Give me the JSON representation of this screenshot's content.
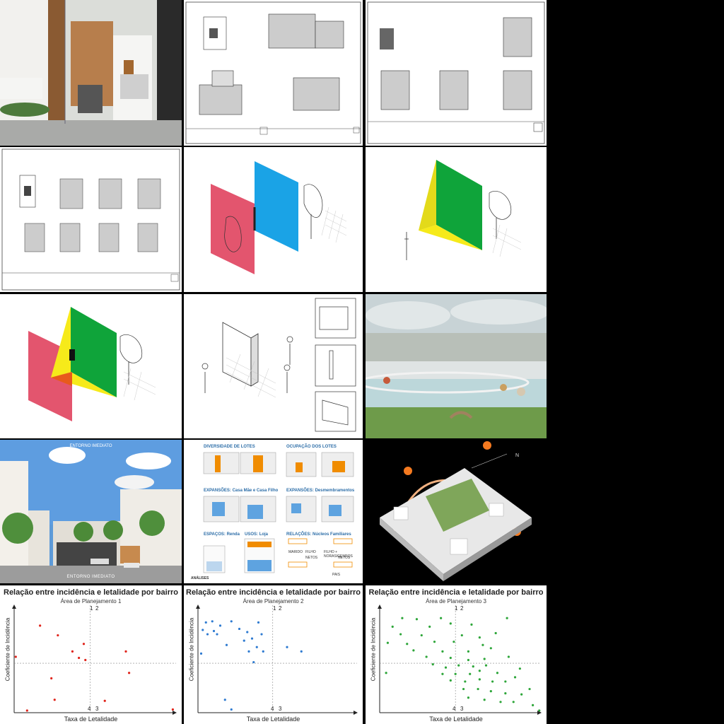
{
  "panels": {
    "render_entorno": {
      "top_label": "ENTORNO IMEDIATO",
      "bottom_label": "ENTORNO IMEDIATO"
    },
    "analysis_board": {
      "sections": [
        {
          "title_a": "DIVERSIDADE",
          "title_b": "DE LOTES"
        },
        {
          "title_a": "OCUPAÇÃO",
          "title_b": "DOS LOTES"
        },
        {
          "title_a": "EXPANSÕES:",
          "title_b": "Casa Mãe e Casa Filho"
        },
        {
          "title_a": "EXPANSÕES:",
          "title_b": "Desmembramentos"
        },
        {
          "title_a": "ESPAÇOS:",
          "title_b": "Renda"
        },
        {
          "title_a": "USOS:",
          "title_b": "Loja"
        },
        {
          "title_a": "RELAÇÕES:",
          "title_b": "Núcleos Familiares"
        }
      ],
      "family_labels": [
        "MARIDO",
        "FILHO",
        "FILHO + NORAS/GENROS",
        "NETOS",
        "NETOS",
        "PAIS"
      ],
      "footer": "ANÁLISES"
    }
  },
  "chart_data": [
    {
      "type": "scatter",
      "title": "Relação entre incidência e letalidade por bairro",
      "subtitle": "Área de Planejamento 1",
      "xlabel": "Taxa de Letalidade",
      "ylabel": "Coeficiente de Incidência",
      "quadrants": [
        "1",
        "2",
        "3",
        "4"
      ],
      "color": "#e0241b",
      "xlim": [
        0,
        1
      ],
      "ylim": [
        0,
        1
      ],
      "ref_x": 0.47,
      "ref_y": 0.46,
      "points": [
        [
          0.16,
          0.81
        ],
        [
          0.27,
          0.72
        ],
        [
          0.43,
          0.64
        ],
        [
          0.36,
          0.57
        ],
        [
          0.4,
          0.51
        ],
        [
          0.44,
          0.49
        ],
        [
          0.69,
          0.57
        ],
        [
          0.71,
          0.37
        ],
        [
          0.01,
          0.52
        ],
        [
          0.23,
          0.32
        ],
        [
          0.25,
          0.12
        ],
        [
          0.56,
          0.11
        ],
        [
          0.08,
          0.02
        ],
        [
          0.98,
          0.03
        ]
      ]
    },
    {
      "type": "scatter",
      "title": "Relação entre incidência e letalidade por bairro",
      "subtitle": "Área de Planejamento 2",
      "xlabel": "Taxa de Letalidade",
      "ylabel": "Coeficiente de Incidência",
      "quadrants": [
        "1",
        "2",
        "3",
        "4"
      ],
      "color": "#2f7bd1",
      "xlim": [
        0,
        1
      ],
      "ylim": [
        0,
        1
      ],
      "ref_x": 0.47,
      "ref_y": 0.46,
      "points": [
        [
          0.05,
          0.84
        ],
        [
          0.09,
          0.85
        ],
        [
          0.14,
          0.81
        ],
        [
          0.03,
          0.77
        ],
        [
          0.06,
          0.73
        ],
        [
          0.1,
          0.76
        ],
        [
          0.12,
          0.73
        ],
        [
          0.21,
          0.85
        ],
        [
          0.38,
          0.84
        ],
        [
          0.26,
          0.78
        ],
        [
          0.31,
          0.75
        ],
        [
          0.4,
          0.73
        ],
        [
          0.34,
          0.69
        ],
        [
          0.18,
          0.63
        ],
        [
          0.29,
          0.67
        ],
        [
          0.37,
          0.61
        ],
        [
          0.32,
          0.57
        ],
        [
          0.41,
          0.57
        ],
        [
          0.56,
          0.61
        ],
        [
          0.65,
          0.57
        ],
        [
          0.02,
          0.55
        ],
        [
          0.35,
          0.47
        ],
        [
          0.17,
          0.12
        ],
        [
          0.21,
          0.03
        ]
      ]
    },
    {
      "type": "scatter",
      "title": "Relação entre incidência e letalidade por bairro",
      "subtitle": "Área de Planejamento 3",
      "xlabel": "Taxa de Letalidade",
      "ylabel": "Coeficiente de Incidência",
      "quadrants": [
        "1",
        "2",
        "3",
        "4"
      ],
      "color": "#2ea63a",
      "xlim": [
        0,
        1
      ],
      "ylim": [
        0,
        1
      ],
      "ref_x": 0.47,
      "ref_y": 0.46,
      "points": [
        [
          0.14,
          0.88
        ],
        [
          0.23,
          0.87
        ],
        [
          0.38,
          0.88
        ],
        [
          0.79,
          0.88
        ],
        [
          0.08,
          0.8
        ],
        [
          0.31,
          0.8
        ],
        [
          0.44,
          0.83
        ],
        [
          0.57,
          0.82
        ],
        [
          0.72,
          0.74
        ],
        [
          0.13,
          0.73
        ],
        [
          0.26,
          0.72
        ],
        [
          0.51,
          0.72
        ],
        [
          0.62,
          0.7
        ],
        [
          0.05,
          0.65
        ],
        [
          0.17,
          0.64
        ],
        [
          0.34,
          0.66
        ],
        [
          0.46,
          0.66
        ],
        [
          0.64,
          0.63
        ],
        [
          0.21,
          0.58
        ],
        [
          0.39,
          0.57
        ],
        [
          0.55,
          0.57
        ],
        [
          0.69,
          0.6
        ],
        [
          0.29,
          0.52
        ],
        [
          0.44,
          0.51
        ],
        [
          0.55,
          0.49
        ],
        [
          0.65,
          0.5
        ],
        [
          0.8,
          0.52
        ],
        [
          0.33,
          0.45
        ],
        [
          0.41,
          0.42
        ],
        [
          0.49,
          0.44
        ],
        [
          0.58,
          0.43
        ],
        [
          0.66,
          0.44
        ],
        [
          0.39,
          0.36
        ],
        [
          0.47,
          0.36
        ],
        [
          0.56,
          0.36
        ],
        [
          0.62,
          0.39
        ],
        [
          0.73,
          0.37
        ],
        [
          0.87,
          0.41
        ],
        [
          0.04,
          0.37
        ],
        [
          0.44,
          0.3
        ],
        [
          0.53,
          0.29
        ],
        [
          0.62,
          0.31
        ],
        [
          0.7,
          0.29
        ],
        [
          0.78,
          0.29
        ],
        [
          0.84,
          0.33
        ],
        [
          0.52,
          0.22
        ],
        [
          0.61,
          0.22
        ],
        [
          0.69,
          0.2
        ],
        [
          0.78,
          0.18
        ],
        [
          0.88,
          0.17
        ],
        [
          0.93,
          0.22
        ],
        [
          0.55,
          0.14
        ],
        [
          0.65,
          0.12
        ],
        [
          0.75,
          0.1
        ],
        [
          0.83,
          0.1
        ],
        [
          0.95,
          0.07
        ],
        [
          0.99,
          0.02
        ]
      ]
    }
  ]
}
